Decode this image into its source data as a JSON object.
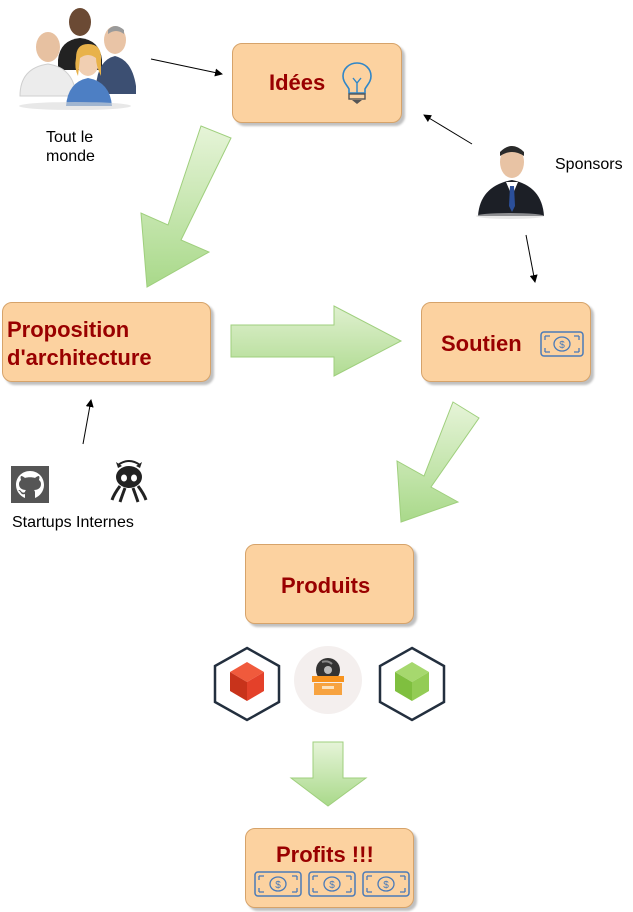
{
  "nodes": {
    "idees": {
      "label": "Idées"
    },
    "proposition": {
      "line1": "Proposition",
      "line2": "d'architecture"
    },
    "soutien": {
      "label": "Soutien"
    },
    "produits": {
      "label": "Produits"
    },
    "profits": {
      "label": "Profits !!!"
    }
  },
  "actors": {
    "everyone": {
      "line1": "Tout le",
      "line2": "monde",
      "icon": "people-group-icon"
    },
    "sponsors": {
      "label": "Sponsors",
      "icon": "businessman-icon"
    },
    "startups": {
      "label": "Startups Internes",
      "icons": [
        "github-icon",
        "octocat-icon"
      ]
    }
  },
  "products_icons": [
    "red-cube-icon",
    "box-disc-icon",
    "green-cube-icon"
  ],
  "colors": {
    "box_fill": "#fcd2a0",
    "box_text": "#990000",
    "arrow_fill": "#c3e6a5",
    "money_blue": "#4a7ab8"
  }
}
